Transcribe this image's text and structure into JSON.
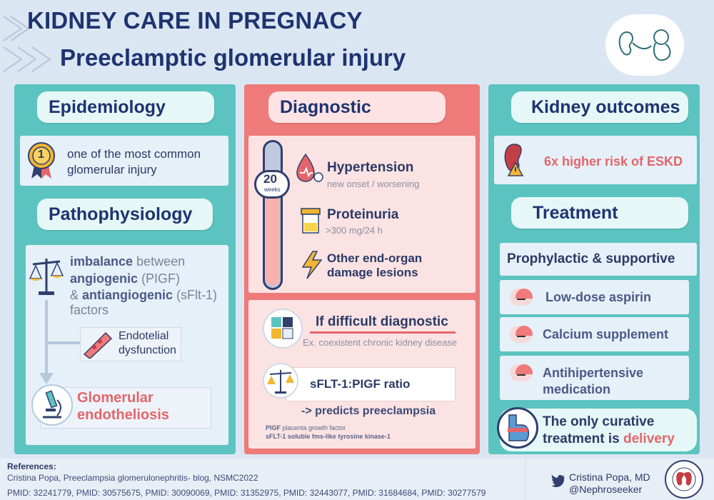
{
  "title": "KIDNEY CARE IN PREGNACY",
  "subtitle": "Preeclamptic glomerular injury",
  "epidemiology": {
    "header": "Epidemiology",
    "badge": "1",
    "text_line1": "one of  the most common",
    "text_line2": "glomerular injury"
  },
  "pathophysiology": {
    "header": "Pathophysiology",
    "l1_a": "imbalance",
    "l1_b": " between",
    "l2_a": "angiogenic",
    "l2_b": " (PIGF)",
    "l3_a": "& ",
    "l3_b": "antiangiogenic",
    "l3_c": " (sFlt-1)",
    "l4": "factors",
    "endo_1": "Endotelial",
    "endo_2": "dysfunction",
    "glom_1": "Glomerular",
    "glom_2": "endotheliosis"
  },
  "diagnostic": {
    "header": "Diagnostic",
    "weeks_num": "20",
    "weeks_label": "weeks",
    "hypertension": "Hypertension",
    "hypertension_sub": "new onset / worsening",
    "proteinuria": "Proteinuria",
    "proteinuria_sub": ">300 mg/24 h",
    "other_1": "Other end-organ",
    "other_2": "damage lesions",
    "difficult": "If difficult diagnostic",
    "difficult_sub": "Ex. coexistent chronic kidney disease",
    "ratio": "sFLT-1:PIGF ratio",
    "predicts": "-> predicts preeclampsia",
    "fn1_a": "PIGF",
    "fn1_b": " placenta growth factor",
    "fn2": "sFLT-1 soluble fms-like tyrosine kinase-1"
  },
  "outcomes": {
    "header": "Kidney outcomes",
    "risk": "6x higher risk of ESKD"
  },
  "treatment": {
    "header": "Treatment",
    "sub": "Prophylactic & supportive",
    "items": [
      "Low-dose aspirin",
      "Calcium supplement",
      "Antihipertensive",
      "medication"
    ],
    "cure_1": "The only curative",
    "cure_2a": "treatment is ",
    "cure_2b": "delivery"
  },
  "refs": {
    "label": "References:",
    "line1": "Cristina Popa, Preeclampsia glomerulonephritis- blog, NSMC2022",
    "line2": "PMID: 32241779, PMID: 30575675, PMID: 30090069, PMID: 31352975, PMID: 32443077, PMID: 31684684, PMID: 30277579"
  },
  "author": {
    "name": "Cristina Popa, MD",
    "handle": "@Nephroseeker"
  },
  "colors": {
    "teal": "#5cc4c0",
    "salmon": "#ef7a7a",
    "navy": "#1e3470"
  }
}
